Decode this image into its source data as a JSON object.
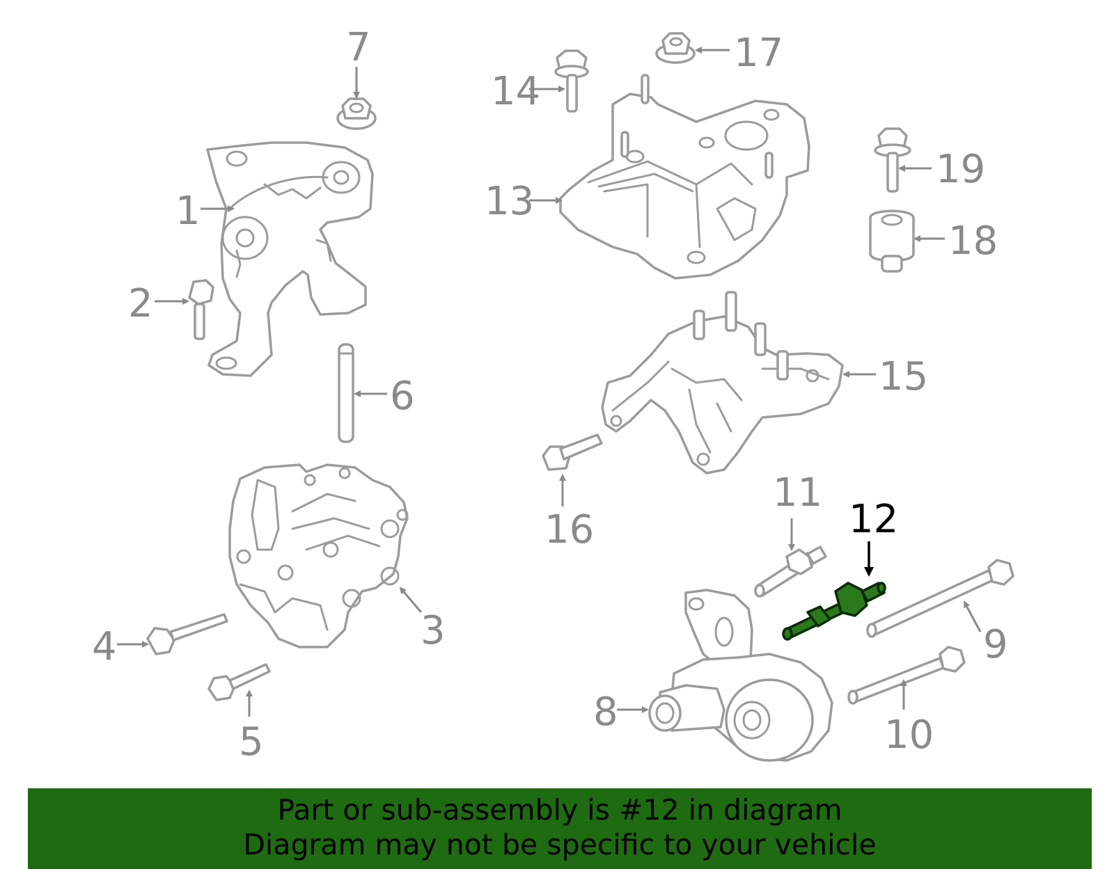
{
  "diagram": {
    "highlight_color": "#2a7a1c",
    "banner_color": "#1f6b12",
    "callouts": [
      {
        "id": "1",
        "label": "1"
      },
      {
        "id": "2",
        "label": "2"
      },
      {
        "id": "3",
        "label": "3"
      },
      {
        "id": "4",
        "label": "4"
      },
      {
        "id": "5",
        "label": "5"
      },
      {
        "id": "6",
        "label": "6"
      },
      {
        "id": "7",
        "label": "7"
      },
      {
        "id": "8",
        "label": "8"
      },
      {
        "id": "9",
        "label": "9"
      },
      {
        "id": "10",
        "label": "10"
      },
      {
        "id": "11",
        "label": "11"
      },
      {
        "id": "12",
        "label": "12",
        "highlighted": true
      },
      {
        "id": "13",
        "label": "13"
      },
      {
        "id": "14",
        "label": "14"
      },
      {
        "id": "15",
        "label": "15"
      },
      {
        "id": "16",
        "label": "16"
      },
      {
        "id": "17",
        "label": "17"
      },
      {
        "id": "18",
        "label": "18"
      },
      {
        "id": "19",
        "label": "19"
      }
    ]
  },
  "banner": {
    "line1": "Part or sub-assembly is #12 in diagram",
    "line2": "Diagram may not be specific to your vehicle"
  }
}
